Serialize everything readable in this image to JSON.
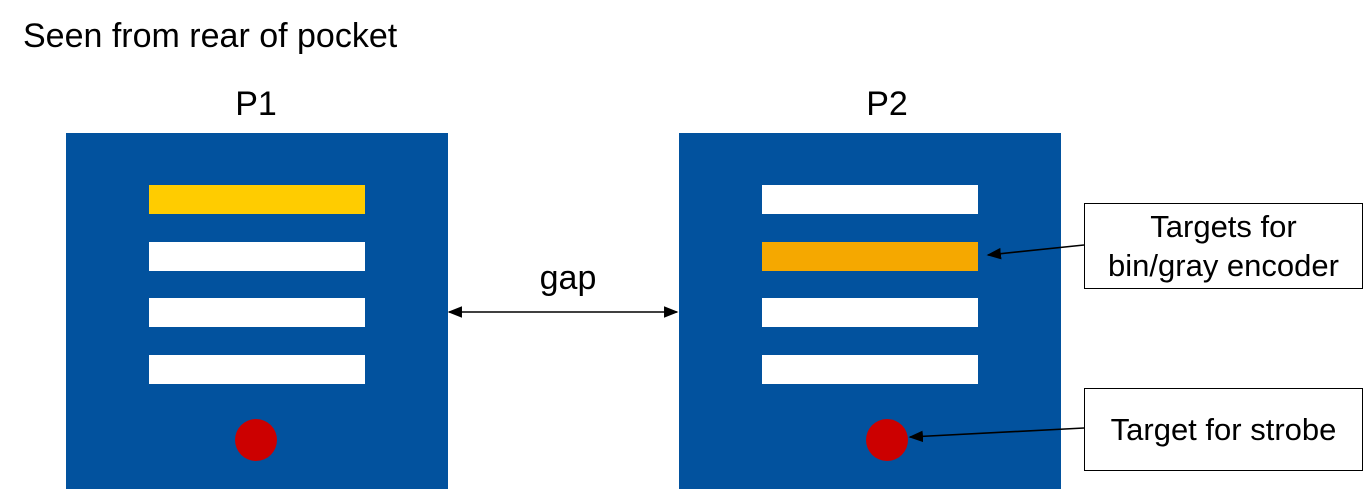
{
  "title": "Seen from rear of pocket",
  "pockets": [
    {
      "label": "P1",
      "bar_colors": [
        "#ffcc00",
        "#ffffff",
        "#ffffff",
        "#ffffff"
      ]
    },
    {
      "label": "P2",
      "bar_colors": [
        "#ffffff",
        "#f5a800",
        "#ffffff",
        "#ffffff"
      ]
    }
  ],
  "gap_label": "gap",
  "callouts": {
    "encoder_line1": "Targets for",
    "encoder_line2": "bin/gray encoder",
    "strobe": "Target for strobe"
  },
  "colors": {
    "panel": "#02529e",
    "strobe_dot": "#cc0000",
    "bar_default": "#ffffff"
  }
}
